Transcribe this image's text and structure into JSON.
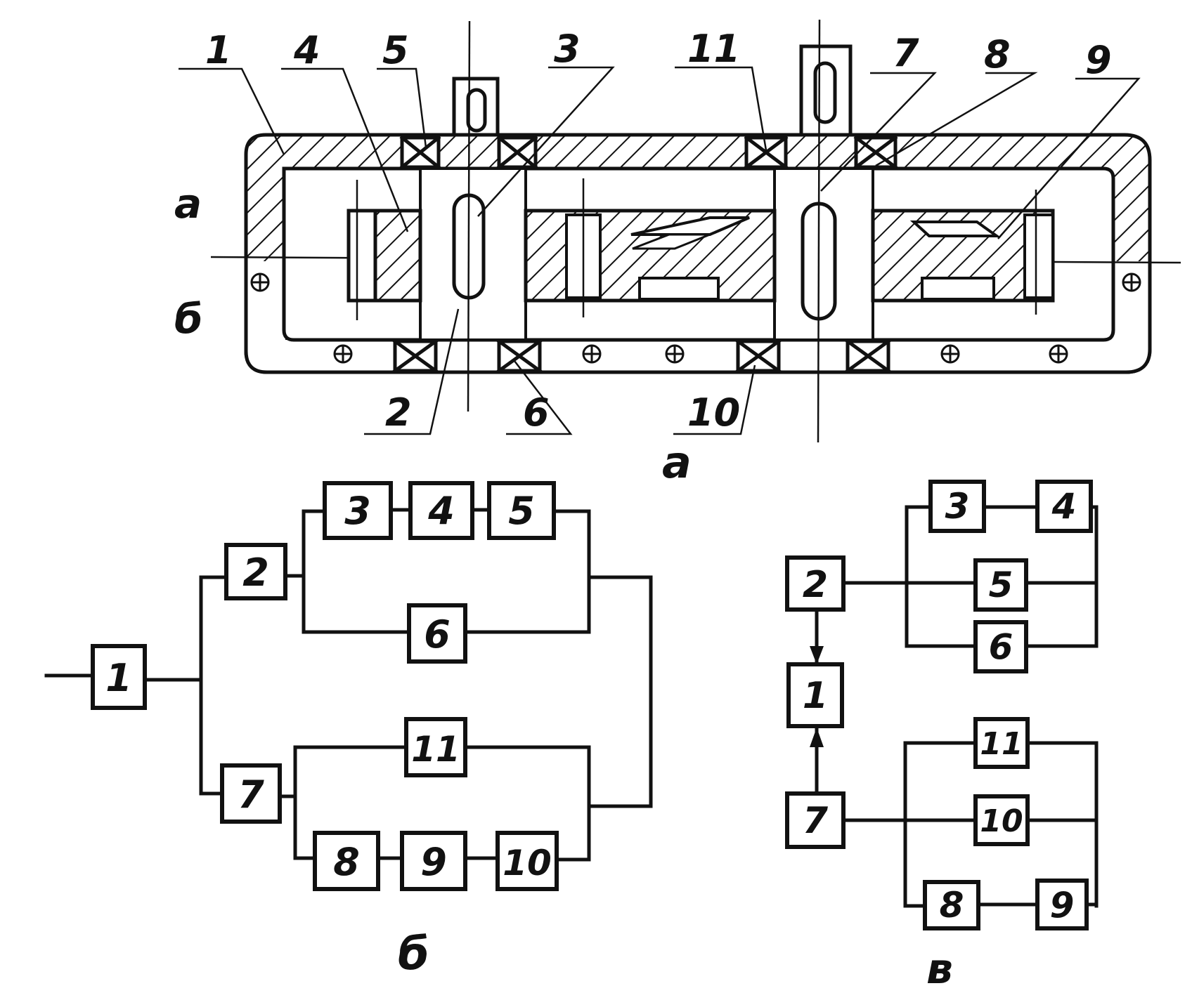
{
  "figure_a": {
    "caption": "а",
    "side_label_top": "а",
    "side_label_bottom": "б",
    "callouts": {
      "c1": "1",
      "c4": "4",
      "c5": "5",
      "c3": "3",
      "c11": "11",
      "c7": "7",
      "c8": "8",
      "c9": "9",
      "c2": "2",
      "c6": "6",
      "c10": "10"
    }
  },
  "figure_b": {
    "caption": "б",
    "blocks": {
      "b1": "1",
      "b2": "2",
      "b3": "3",
      "b4": "4",
      "b5": "5",
      "b6": "6",
      "b7": "7",
      "b8": "8",
      "b9": "9",
      "b10": "10",
      "b11": "11"
    }
  },
  "figure_c": {
    "caption": "в",
    "blocks": {
      "b1": "1",
      "b2": "2",
      "b3": "3",
      "b4": "4",
      "b5": "5",
      "b6": "6",
      "b7": "7",
      "b8": "8",
      "b9": "9",
      "b10": "10",
      "b11": "11"
    }
  }
}
